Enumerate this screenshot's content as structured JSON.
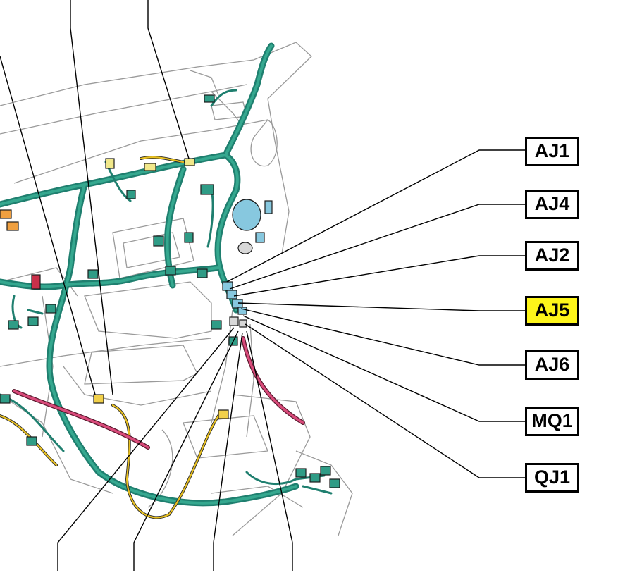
{
  "diagram": {
    "labels": [
      {
        "id": "aj1",
        "text": "AJ1",
        "highlight": false
      },
      {
        "id": "aj4",
        "text": "AJ4",
        "highlight": false
      },
      {
        "id": "aj2",
        "text": "AJ2",
        "highlight": false
      },
      {
        "id": "aj5",
        "text": "AJ5",
        "highlight": true
      },
      {
        "id": "aj6",
        "text": "AJ6",
        "highlight": false
      },
      {
        "id": "mq1",
        "text": "MQ1",
        "highlight": false
      },
      {
        "id": "qj1",
        "text": "QJ1",
        "highlight": false
      }
    ]
  },
  "colors": {
    "harness": "#1f7f6f",
    "harness_fill": "#2f9c86",
    "highlight_connector": "#87c8df",
    "yellow_wire": "#e8c020",
    "pink_wire": "#d84a7a",
    "label_highlight": "#fdf51a",
    "outline": "#9a9a9a"
  }
}
